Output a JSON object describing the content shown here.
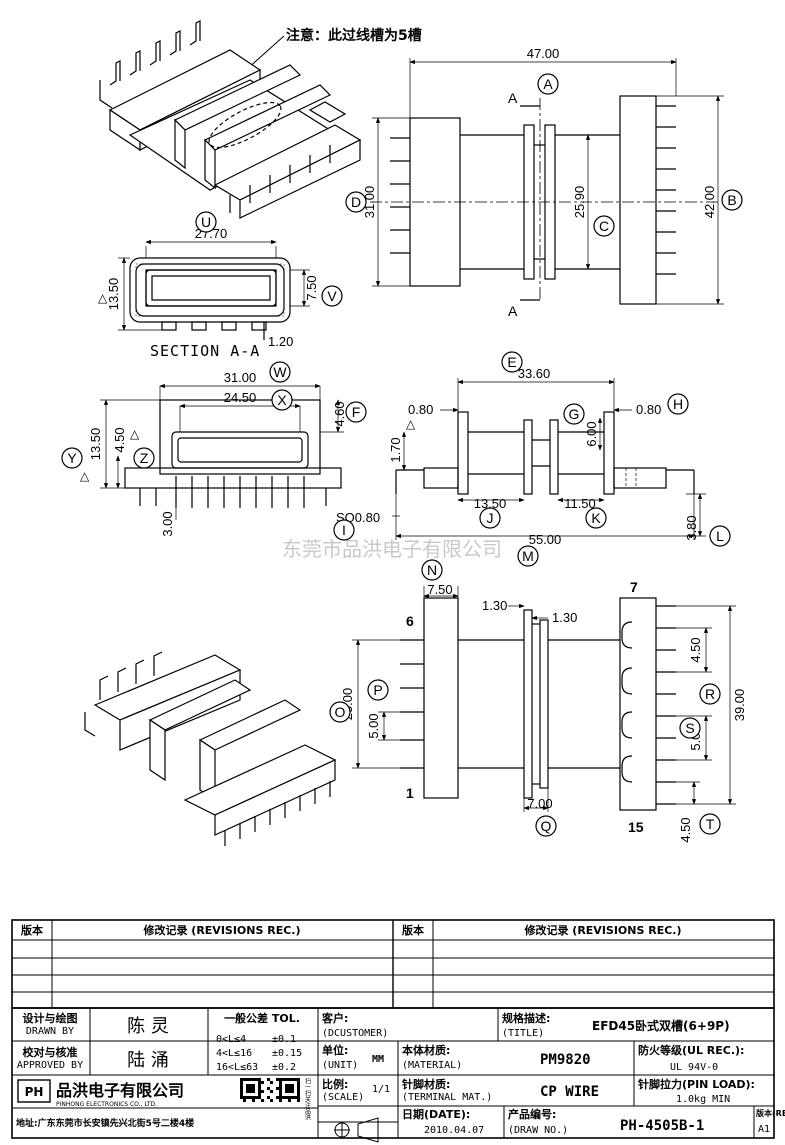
{
  "note": "注意：此过线槽为5槽",
  "watermark": "东莞市品洪电子有限公司",
  "dims": {
    "top_width": "47.00",
    "d31": "31.00",
    "d25_90": "25.90",
    "d42": "42.00",
    "sec_width": "27.70",
    "sec_h1": "13.50",
    "sec_h2": "7.50",
    "sec_pin": "1.20",
    "section_label": "SECTION A-A",
    "section_mark": "A",
    "side_w31": "31.00",
    "side_w24": "24.50",
    "side_h13": "13.50",
    "side_h4_50": "4.50",
    "side_h4_60": "4.60",
    "side_3": "3.00",
    "fr_33": "33.60",
    "fr_080a": "0.80",
    "fr_6": "6.00",
    "fr_080b": "0.80",
    "fr_170": "1.70",
    "fr_1350": "13.50",
    "fr_1150": "11.50",
    "fr_sq": "SQ0.80",
    "fr_55": "55.00",
    "fr_380": "3.80",
    "bt_750": "7.50",
    "bt_130a": "1.30",
    "bt_130b": "1.30",
    "bt_25": "25.00",
    "bt_5a": "5.00",
    "bt_7": "7.00",
    "bt_450a": "4.50",
    "bt_5b": "5.00",
    "bt_39": "39.00",
    "bt_450b": "4.50",
    "pin6": "6",
    "pin1": "1",
    "pin7": "7",
    "pin15": "15"
  },
  "balloons": [
    "A",
    "B",
    "C",
    "D",
    "U",
    "V",
    "W",
    "X",
    "F",
    "Y",
    "Z",
    "E",
    "G",
    "H",
    "I",
    "J",
    "K",
    "L",
    "M",
    "N",
    "O",
    "P",
    "Q",
    "R",
    "S",
    "T"
  ],
  "revisions": {
    "col_ver": "版本",
    "col_rec": "修改记录 (REVISIONS REC.)"
  },
  "title_block": {
    "designer_label": "设计与绘图",
    "designer_label_en": "DRAWN BY",
    "designer": "陈 灵",
    "checker_label": "校对与核准",
    "checker_label_en": "APPROVED BY",
    "checker": "陆 涌",
    "tol_title": "一般公差 TOL.",
    "tol_rows": [
      [
        "0<L≤4",
        "±0.1"
      ],
      [
        "4<L≤16",
        "±0.15"
      ],
      [
        "16<L≤63",
        "±0.2"
      ]
    ],
    "customer_label": "客户:",
    "customer_label_en": "(DCUSTOMER)",
    "title_label": "规格描述:",
    "title_label_en": "(TITLE)",
    "title": "EFD45卧式双槽(6+9P)",
    "unit_label": "单位:",
    "unit_label_en": "(UNIT)",
    "unit": "MM",
    "material_label": "本体材质:",
    "material_label_en": "(MATERIAL)",
    "material": "PM9820",
    "fire_label": "防火等级(UL REC.):",
    "fire": "UL 94V-0",
    "scale_label": "比例:",
    "scale_label_en": "(SCALE)",
    "scale": "1/1",
    "pin_mat_label": "针脚材质:",
    "pin_mat_label_en": "(TERMINAL MAT.)",
    "pin_mat": "CP WIRE",
    "pin_load_label": "针脚拉力(PIN LOAD):",
    "pin_load": "1.0kg MIN",
    "date_label": "日期(DATE):",
    "date": "2010.04.07",
    "drawno_label": "产品编号:",
    "drawno_label_en": "(DRAW NO.)",
    "drawno": "PH-4505B-1",
    "rev_label": "版本(REV):",
    "rev": "A1",
    "company": "品洪电子有限公司",
    "company_en": "PINHONG ELECTRONICS CO., LTD.",
    "logo_text": "PH",
    "qr_caption": "扫一扫关注品洪",
    "address": "地址:广东东莞市长安镇先兴北街5号二楼4楼"
  }
}
